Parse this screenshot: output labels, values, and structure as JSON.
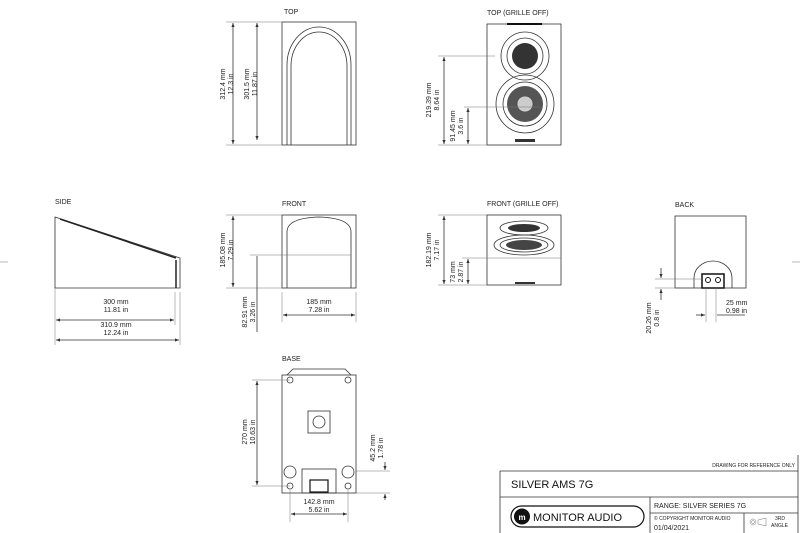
{
  "views": {
    "top": {
      "label": "TOP",
      "dim_outer_mm": "312.4 mm",
      "dim_outer_in": "12.3 in",
      "dim_inner_mm": "301.5 mm",
      "dim_inner_in": "11.87 in"
    },
    "top_grille_off": {
      "label": "TOP (GRILLE OFF)",
      "dim_tweeter_mm": "219.39 mm",
      "dim_tweeter_in": "8.64 in",
      "dim_woofer_mm": "91.45 mm",
      "dim_woofer_in": "3.6 in"
    },
    "side": {
      "label": "SIDE",
      "dim_depth_mm": "300 mm",
      "dim_depth_in": "11.81 in",
      "dim_total_mm": "310.9 mm",
      "dim_total_in": "12.24 in"
    },
    "front": {
      "label": "FRONT",
      "dim_height_mm": "185.08 mm",
      "dim_height_in": "7.29 in",
      "dim_low_mm": "82.91 mm",
      "dim_low_in": "3.26 in",
      "dim_width_mm": "185 mm",
      "dim_width_in": "7.28 in"
    },
    "front_grille_off": {
      "label": "FRONT (GRILLE OFF)",
      "dim_height_mm": "182.19 mm",
      "dim_height_in": "7.17 in",
      "dim_low_mm": "73 mm",
      "dim_low_in": "2.87 in"
    },
    "back": {
      "label": "BACK",
      "dim_width_mm": "25 mm",
      "dim_width_in": "0.98 in",
      "dim_height_mm": "20.26 mm",
      "dim_height_in": "0.8 in"
    },
    "base": {
      "label": "BASE",
      "dim_depth_mm": "270 mm",
      "dim_depth_in": "10.63 in",
      "dim_rear_mm": "45.2 mm",
      "dim_rear_in": "1.78 in",
      "dim_width_mm": "142.8 mm",
      "dim_width_in": "5.62 in"
    }
  },
  "title_block": {
    "note": "DRAWING FOR REFERENCE ONLY",
    "model": "SILVER AMS 7G",
    "brand": "MONITOR AUDIO",
    "range": "RANGE: SILVER SERIES 7G",
    "copyright": "© COPYRIGHT MONITOR AUDIO",
    "date": "01/04/2021",
    "projection_line1": "3RD",
    "projection_line2": "ANGLE"
  }
}
